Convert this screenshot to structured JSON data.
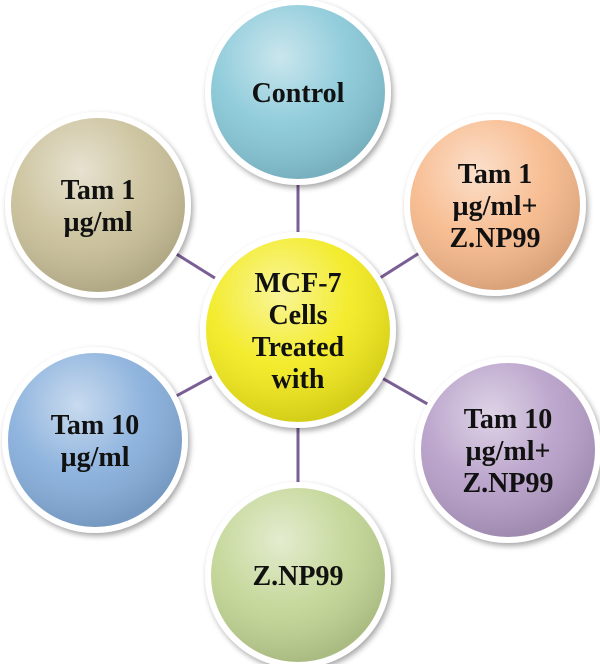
{
  "center": {
    "lines": [
      "MCF-7",
      "Cells",
      "Treated",
      "with"
    ],
    "color": "#f2ea1c"
  },
  "nodes": [
    {
      "id": "control",
      "lines": [
        "Control"
      ],
      "color": "#88c8d8"
    },
    {
      "id": "tam-1-znp99",
      "lines": [
        "Tam 1",
        "µg/ml+",
        "Z.NP99"
      ],
      "color": "#f7b98b"
    },
    {
      "id": "tam-10-znp99",
      "lines": [
        "Tam 10",
        "µg/ml+",
        "Z.NP99"
      ],
      "color": "#b69ec8"
    },
    {
      "id": "znp99",
      "lines": [
        "Z.NP99"
      ],
      "color": "#c2d594"
    },
    {
      "id": "tam-10",
      "lines": [
        "Tam 10",
        "µg/ml"
      ],
      "color": "#86aedb"
    },
    {
      "id": "tam-1",
      "lines": [
        "Tam 1",
        "µg/ml"
      ],
      "color": "#c9bf98"
    }
  ],
  "connector_color": "#7a5f95"
}
